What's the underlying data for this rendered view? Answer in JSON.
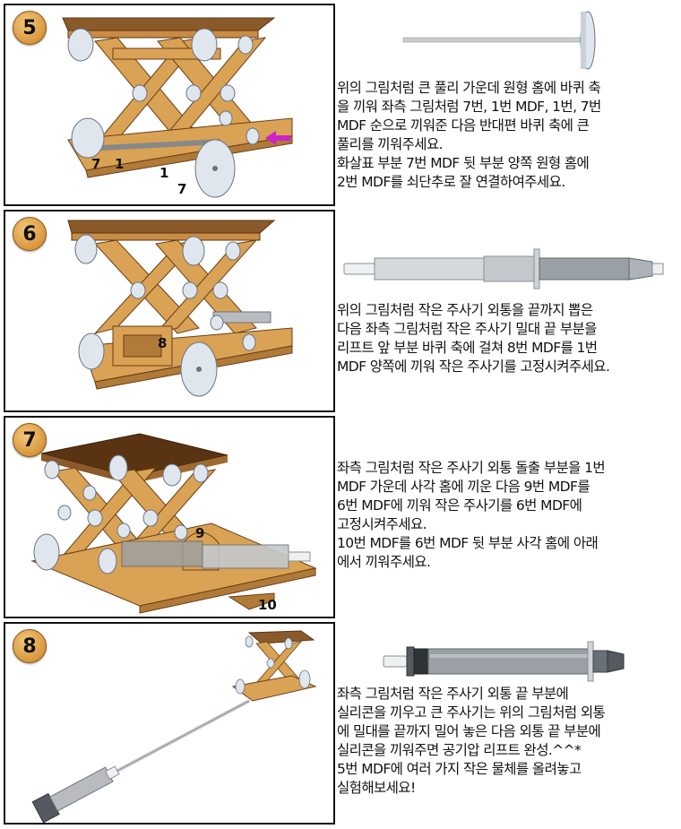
{
  "steps": [
    {
      "number": "5",
      "labels": [
        "7",
        "1",
        "1",
        "7"
      ],
      "text": [
        "위의 그림처럼 큰 풀리 가운데 원형 홈에 바퀴 축",
        "을 끼워 좌측 그림처럼 7번, 1번 MDF, 1번, 7번",
        "MDF 순으로 끼워준 다음 반대편 바퀴 축에 큰",
        "풀리를 끼워주세요.",
        "화살표 부분 7번 MDF 뒷 부분 양쪽 원형 홈에",
        "2번 MDF를 쇠단추로 잘 연결하여주세요."
      ]
    },
    {
      "number": "6",
      "labels": [
        "8"
      ],
      "text": [
        "위의 그림처럼 작은 주사기 외통을 끝까지 뽑은",
        "다음 좌측 그림처럼 작은 주사기 밀대 끝 부분을",
        "리프트 앞 부분 바퀴 축에 걸쳐 8번 MDF를 1번",
        "MDF 양쪽에 끼워 작은 주사기를 고정시켜주세요."
      ]
    },
    {
      "number": "7",
      "labels": [
        "9",
        "10"
      ],
      "text": [
        "좌측 그림처럼 작은 주사기 외통 돌출 부분을 1번",
        "MDF 가운데 사각 홈에 끼운 다음 9번 MDF를",
        "6번 MDF에 끼워 작은 주사기를 6번 MDF에",
        "고정시켜주세요.",
        "10번 MDF를 6번 MDF 뒷 부분 사각 홈에 아래",
        "에서 끼워주세요."
      ]
    },
    {
      "number": "8",
      "labels": [],
      "text": [
        "좌측 그림처럼 작은 주사기 외통 끝 부분에",
        "실리콘을 끼우고 큰 주사기는 위의 그림처럼 외통",
        "에 밀대를 끝까지 밀어 놓은 다음 외통 끝 부분에",
        "실리콘을 끼워주면 공기압 리프트 완성.^^*",
        "5번 MDF에 여러 가지 작은 물체를 올려놓고",
        "실험해보세요!"
      ]
    }
  ],
  "colors": {
    "wood": "#d9a255",
    "wood_dark": "#7a4a1e",
    "pulley": "#dfe6ee",
    "arrow": "#cc22cc"
  }
}
